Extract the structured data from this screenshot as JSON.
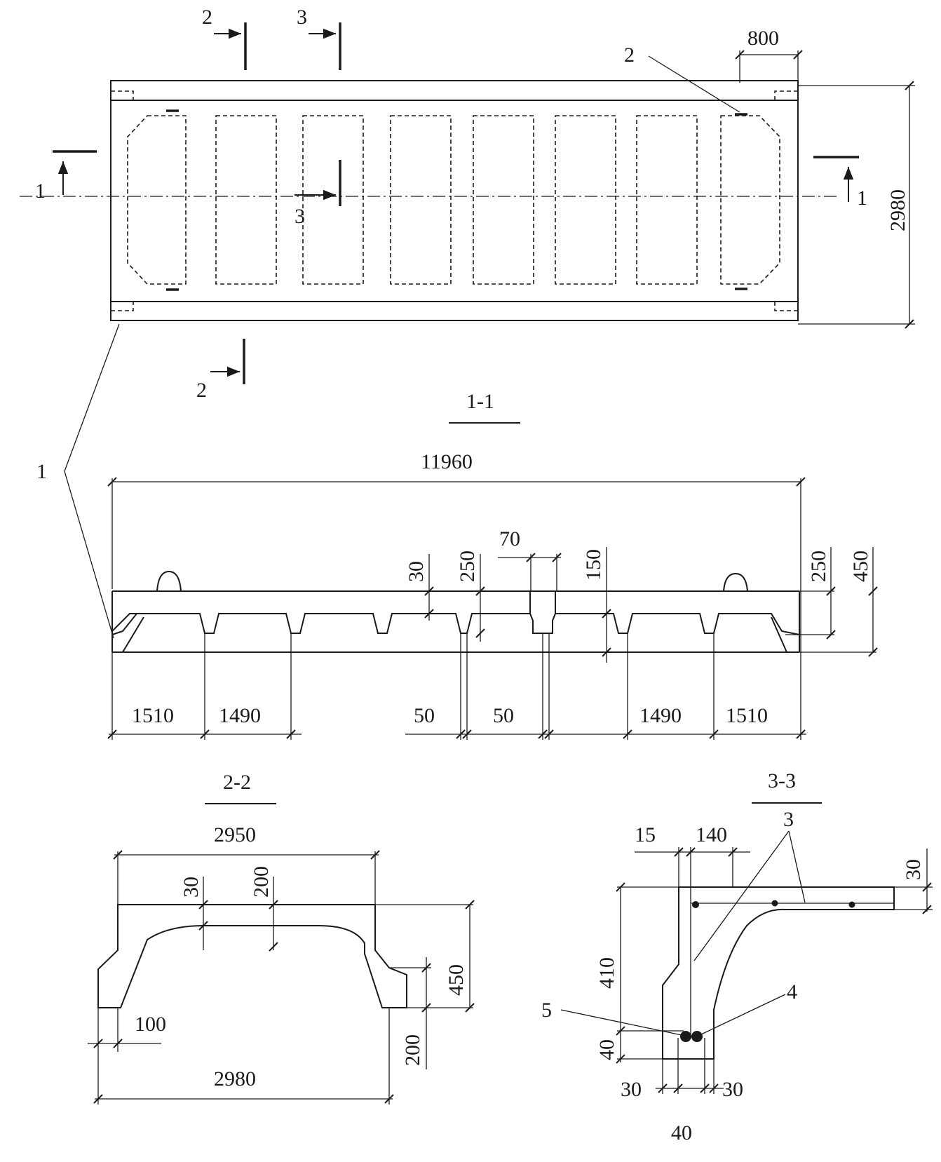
{
  "plan": {
    "dims": {
      "length_right": "800",
      "width": "2980"
    },
    "callouts": {
      "top_right": "2",
      "left": "1"
    },
    "section_marks": {
      "s1_left": "1",
      "s1_right": "1",
      "s2_top": "2",
      "s2_bottom": "2",
      "s3_top": "3",
      "s3_mid": "3"
    }
  },
  "section_1_1": {
    "title": "1-1",
    "dims": {
      "total": "11960",
      "rib_70": "70",
      "d30": "30",
      "d250_mid": "250",
      "d150": "150",
      "d250_right": "250",
      "d450": "450",
      "bot_1510_left": "1510",
      "bot_1490_left": "1490",
      "bot_50_a": "50",
      "bot_50_b": "50",
      "bot_1490_right": "1490",
      "bot_1510_right": "1510"
    }
  },
  "section_2_2": {
    "title": "2-2",
    "dims": {
      "top": "2950",
      "d30": "30",
      "d200_top": "200",
      "d450": "450",
      "d100": "100",
      "d200_right": "200",
      "bottom": "2980"
    }
  },
  "section_3_3": {
    "title": "3-3",
    "dims": {
      "d15": "15",
      "d140": "140",
      "d30_right": "30",
      "d410": "410",
      "d40_left": "40",
      "d30_bl": "30",
      "d30_br": "30",
      "d40_bottom": "40"
    },
    "callouts": {
      "c3": "3",
      "c4": "4",
      "c5": "5"
    }
  }
}
